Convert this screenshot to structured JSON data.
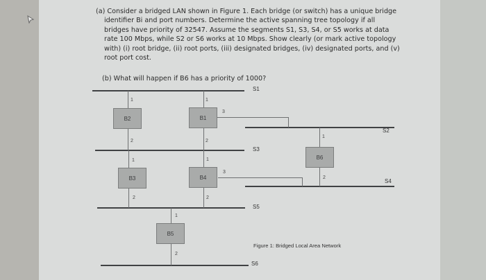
{
  "question_a": {
    "label": "(a)",
    "text": "(a) Consider a bridged LAN shown in Figure 1. Each bridge (or switch) has a unique bridge identifier Bi and port numbers. Determine the active spanning tree topology if all bridges have priority of 32547.  Assume the segments S1, S3, S4, or S5 works at data rate 100 Mbps, while S2 or S6 works at 10 Mbps. Show clearly (or mark active topology with) (i) root bridge, (ii) root ports, (iii) designated bridges, (iv) designated ports, and (v) root port cost."
  },
  "question_b": {
    "text": "(b) What will happen if B6 has a priority of 1000?"
  },
  "figure": {
    "caption": "Figure 1: Bridged Local Area Network",
    "segments": {
      "s1": "S1",
      "s2": "S2",
      "s3": "S3",
      "s4": "S4",
      "s5": "S5",
      "s6": "S6"
    },
    "bridges": {
      "b1": {
        "name": "B1",
        "ports": [
          "1",
          "2",
          "3"
        ]
      },
      "b2": {
        "name": "B2",
        "ports": [
          "1",
          "2"
        ]
      },
      "b3": {
        "name": "B3",
        "ports": [
          "1",
          "2"
        ]
      },
      "b4": {
        "name": "B4",
        "ports": [
          "1",
          "2",
          "3"
        ]
      },
      "b5": {
        "name": "B5",
        "ports": [
          "1",
          "2"
        ]
      },
      "b6": {
        "name": "B6",
        "ports": [
          "1",
          "2"
        ]
      }
    }
  }
}
